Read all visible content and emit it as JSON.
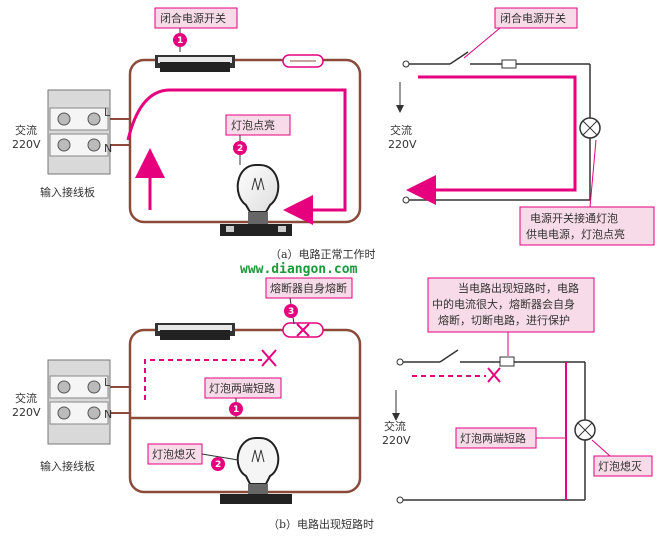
{
  "colors": {
    "wire": "#8b4a3a",
    "current": "#e6007e",
    "callout_fill": "#f7dbe8",
    "callout_border": "#e6007e",
    "badge": "#e6007e"
  },
  "top": {
    "close_switch": "闭合电源开关",
    "bulb_lit": "灯泡点亮",
    "ac_label": "交流",
    "voltage": "220V",
    "terminal_L": "L",
    "terminal_N": "N",
    "terminal_board": "输入接线板",
    "caption": "（a）电路正常工作时",
    "schematic_switch": "闭合电源开关",
    "schematic_ac": "交流",
    "schematic_voltage": "220V",
    "schematic_note_1": "电源开关接通灯泡",
    "schematic_note_2": "供电电源，灯泡点亮",
    "badge_1": "1",
    "badge_2": "2"
  },
  "watermark": "www.diangon.com",
  "bottom": {
    "fuse_blown": "熔断器自身熔断",
    "short_circuit": "灯泡两端短路",
    "bulb_off": "灯泡熄灭",
    "ac_label": "交流",
    "voltage": "220V",
    "terminal_L": "L",
    "terminal_N": "N",
    "terminal_board": "输入接线板",
    "caption": "（b）电路出现短路时",
    "schematic_note_1": "当电路出现短路时，电路",
    "schematic_note_2": "中的电流很大，熔断器会自身",
    "schematic_note_3": "熔断，切断电路，进行保护",
    "schematic_ac": "交流",
    "schematic_voltage": "220V",
    "schematic_short": "灯泡两端短路",
    "schematic_bulb_off": "灯泡熄灭",
    "badge_1": "1",
    "badge_2": "2",
    "badge_3": "3"
  }
}
